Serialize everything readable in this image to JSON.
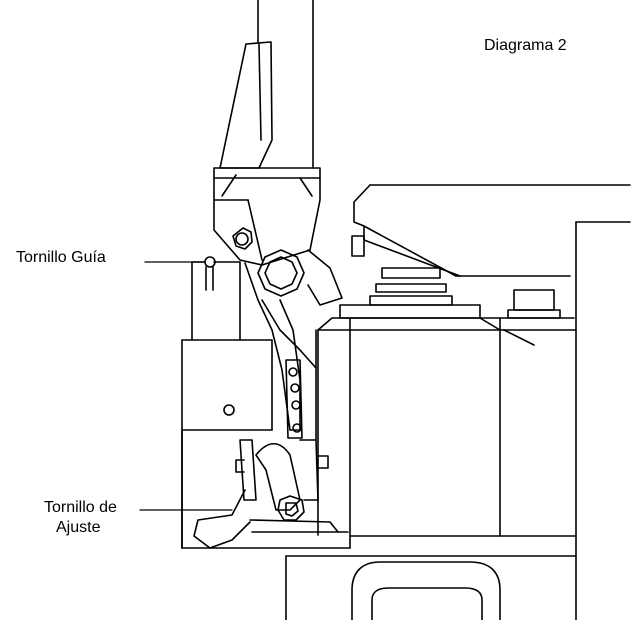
{
  "diagram": {
    "title": "Diagrama 2",
    "labels": {
      "guide_screw": "Tornillo Guía",
      "adjust_screw_line1": "Tornillo de",
      "adjust_screw_line2": "Ajuste"
    },
    "colors": {
      "ink": "#000000",
      "paper": "#ffffff"
    }
  }
}
